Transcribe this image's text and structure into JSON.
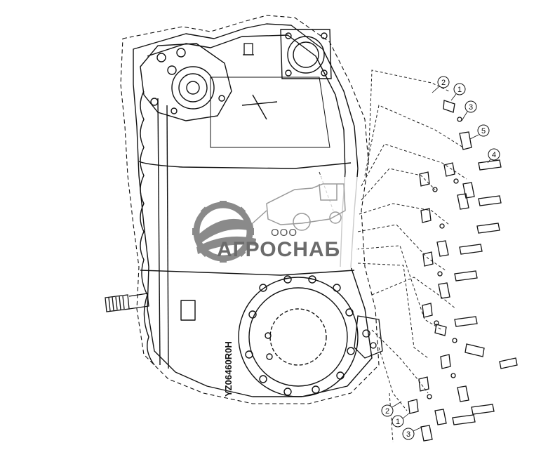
{
  "diagram": {
    "serial_marking": "YZ06460R0H",
    "callouts": {
      "upper": [
        "2",
        "1",
        "3",
        "5",
        "4"
      ],
      "lower": [
        "2",
        "1",
        "3"
      ]
    }
  },
  "watermark": {
    "prefix": "ООО",
    "name": "АГРОСНАБ"
  },
  "colors": {
    "line": "#111111",
    "watermark_gray": "#6b6b6b",
    "background": "#ffffff"
  }
}
